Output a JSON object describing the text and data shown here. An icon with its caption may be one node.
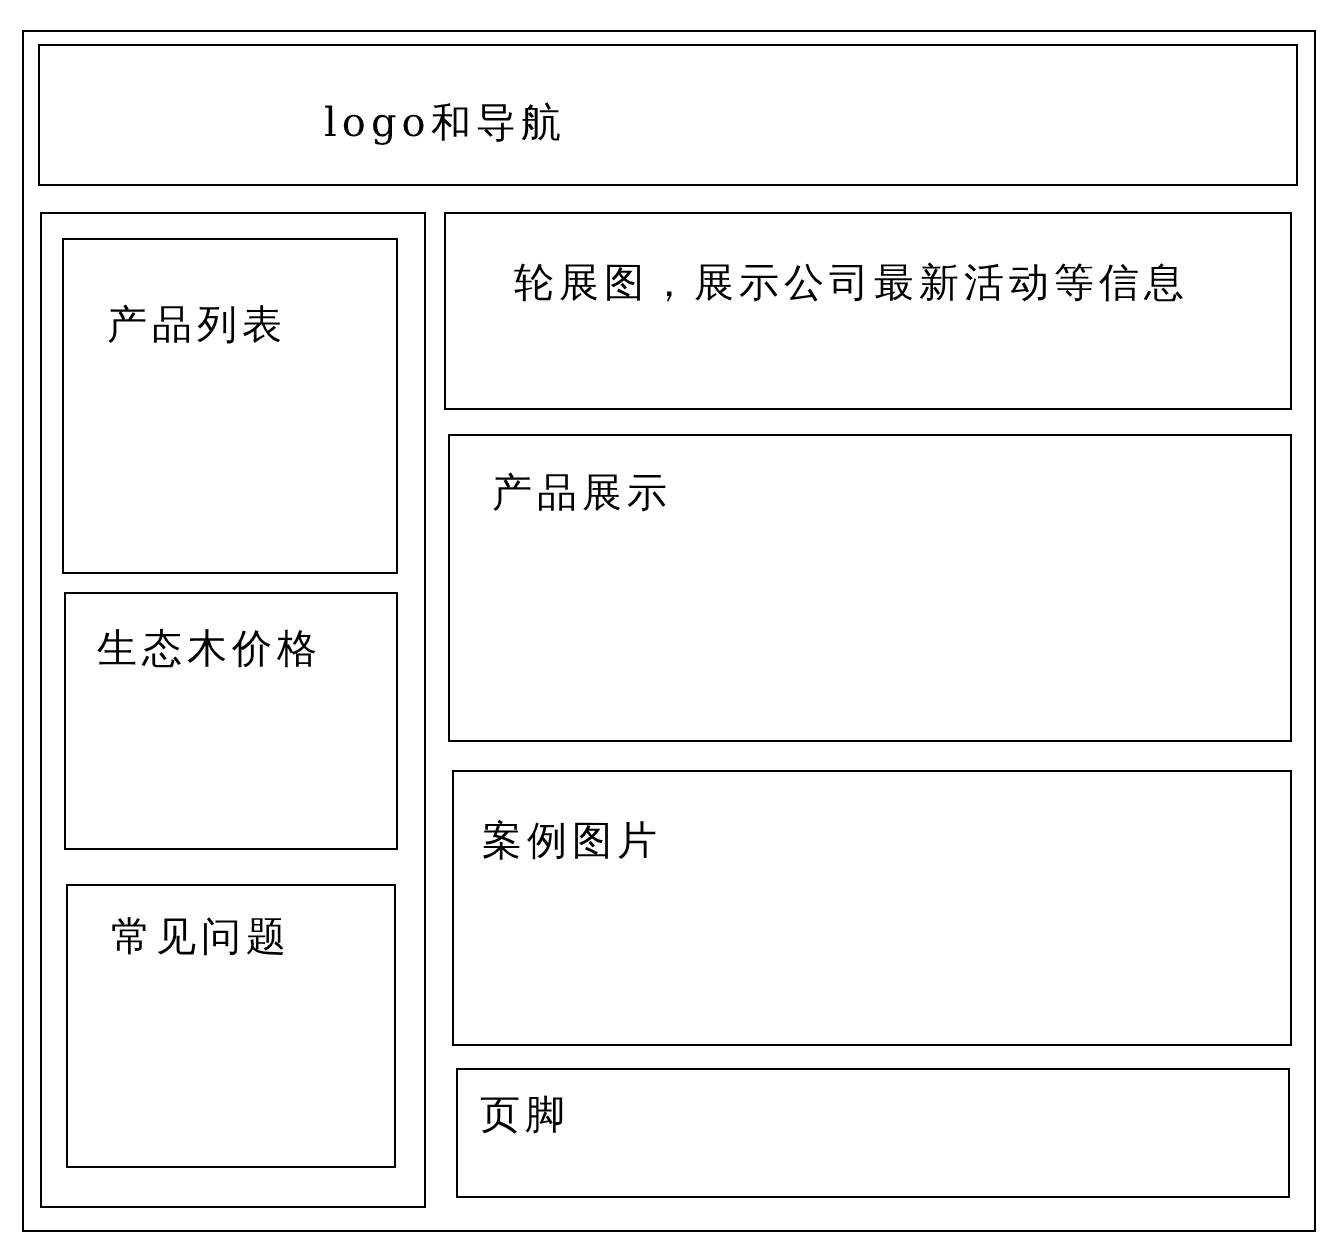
{
  "diagram": {
    "nodes": [
      {
        "text": [],
        "shape": "box"
      },
      {
        "text": [
          "logo和导航"
        ],
        "in": 0
      },
      {
        "text": [],
        "shape": "box",
        "in": 0
      },
      {
        "text": [
          "产品列表"
        ],
        "in": 2
      },
      {
        "text": [
          "生态木价格"
        ],
        "in": 2
      },
      {
        "text": [
          "常见问题"
        ],
        "in": 2
      },
      {
        "text": [
          "轮展图，展示公司最新活动等信息"
        ],
        "in": 0
      },
      {
        "text": [
          "产品展示"
        ],
        "in": 0
      },
      {
        "text": [
          "案例图片"
        ],
        "in": 0
      },
      {
        "text": [
          "页脚"
        ],
        "in": 0
      }
    ]
  }
}
